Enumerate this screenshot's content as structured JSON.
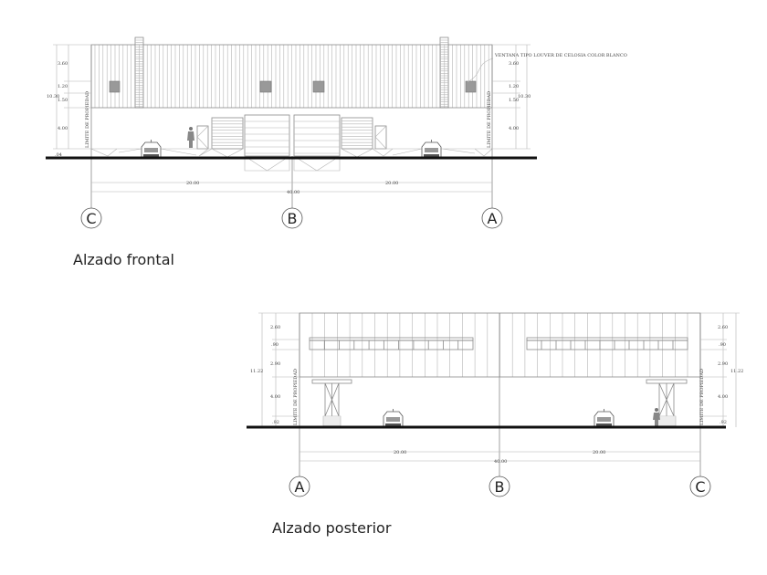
{
  "front": {
    "title": "Alzado frontal",
    "axes": [
      "C",
      "B",
      "A"
    ],
    "dims_left": [
      "3.60",
      "1.20",
      "1.50",
      "4.00"
    ],
    "dims_right": [
      "3.60",
      "1.20",
      "1.50",
      "4.00"
    ],
    "total_height": "10.30",
    "base": ".04",
    "span_left": "20.00",
    "span_right": "20.00",
    "span_total": "40.00",
    "property_limit": "LIMITE DE PROPIEDAD",
    "note": "VENTANA TIPO LOUVER DE CELOSIA COLOR BLANCO"
  },
  "rear": {
    "title": "Alzado posterior",
    "axes": [
      "A",
      "B",
      "C"
    ],
    "dims_left": [
      "2.60",
      ".90",
      "2.90",
      "4.00",
      ".92"
    ],
    "dims_right": [
      "2.60",
      ".90",
      "2.90",
      "4.00",
      ".92"
    ],
    "total_height": "11.22",
    "span_left": "20.00",
    "span_right": "20.00",
    "span_total": "40.00",
    "property_limit": "LIMITE DE PROPIEDAD"
  }
}
